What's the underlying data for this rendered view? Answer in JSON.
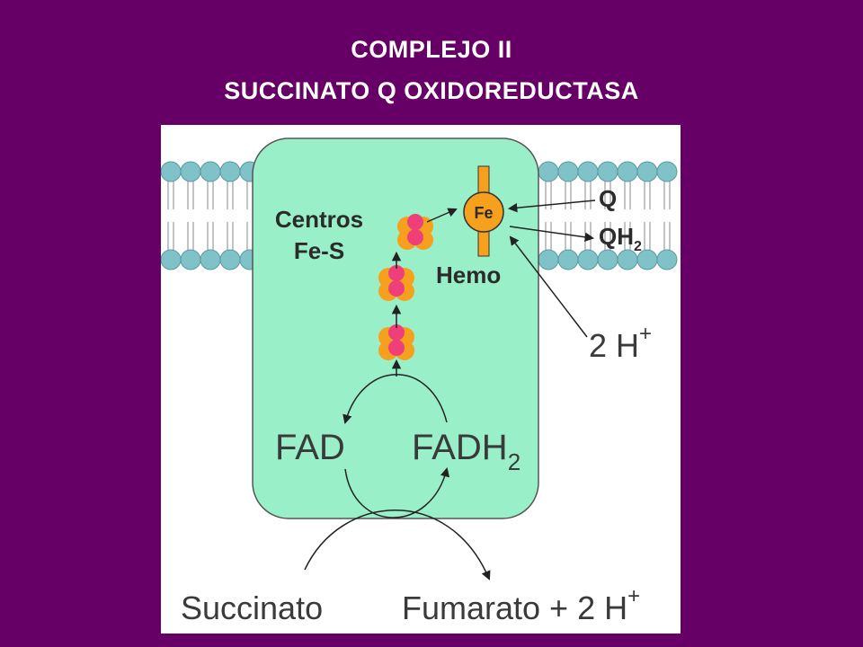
{
  "slide": {
    "title_line1": "COMPLEJO II",
    "title_line2": "SUCCINATO Q OXIDOREDUCTASA"
  },
  "diagram": {
    "fes_label_line1": "Centros",
    "fes_label_line2": "Fe-S",
    "heme_label": "Hemo",
    "iron_label": "Fe",
    "quinone_label": "Q",
    "quinol_label": "QH",
    "quinol_subscript": "2",
    "proton_label": "2 H",
    "proton_superscript": "+",
    "fad_label": "FAD",
    "fadh2_label": "FADH",
    "fadh2_subscript": "2",
    "substrate_label": "Succinato",
    "product_label": "Fumarato + 2 H",
    "product_superscript": "+",
    "colors": {
      "background": "#660066",
      "protein": "#99f0c8",
      "lipid_head": "#7fc3c8",
      "iron_sulfur_orange": "#f7a01e",
      "iron_sulfur_pink": "#ef3f7a",
      "heme": "#f7a01e"
    }
  }
}
